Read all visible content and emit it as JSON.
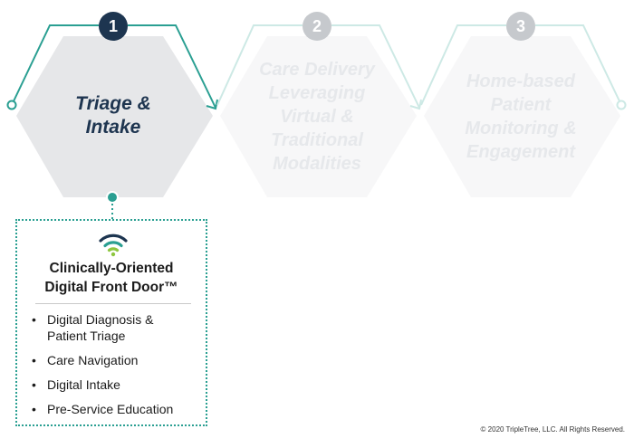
{
  "steps": [
    {
      "number": "1",
      "label_lines": [
        "Triage &",
        "Intake"
      ],
      "state": "active"
    },
    {
      "number": "2",
      "label_lines": [
        "Care Delivery",
        "Leveraging",
        "Virtual &",
        "Traditional",
        "Modalities"
      ],
      "state": "faded"
    },
    {
      "number": "3",
      "label_lines": [
        "Home-based",
        "Patient",
        "Monitoring &",
        "Engagement"
      ],
      "state": "faded"
    }
  ],
  "detail_box": {
    "icon": "wifi-signal-icon",
    "title_lines": [
      "Clinically-Oriented",
      "Digital Front Door™"
    ],
    "items": [
      {
        "lines": [
          "Digital Diagnosis &",
          "Patient Triage"
        ]
      },
      {
        "lines": [
          "Care Navigation"
        ]
      },
      {
        "lines": [
          "Digital Intake"
        ]
      },
      {
        "lines": [
          "Pre-Service Education"
        ]
      }
    ]
  },
  "footer": {
    "copyright": "© 2020 TripleTree, LLC. All Rights Reserved."
  },
  "colors": {
    "navy": "#1d3550",
    "teal": "#2a9f92",
    "faded_teal": "#cde9e5",
    "light_green": "#8dc63f",
    "active_hex_fill": "#e6e7e9",
    "faded_hex_fill": "#f7f7f8"
  }
}
